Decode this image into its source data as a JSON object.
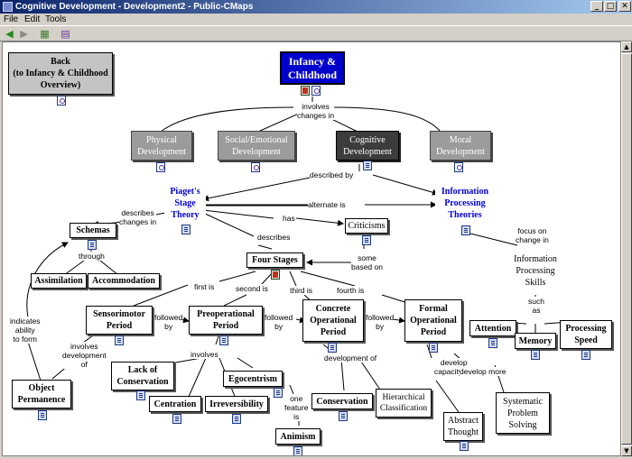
{
  "window": {
    "title": "Cognitive Development - Development2 - Public-CMaps",
    "minimize": "_",
    "maximize": "□",
    "close": "✕"
  },
  "menu": {
    "file": "File",
    "edit": "Edit",
    "tools": "Tools"
  },
  "toolbar": {
    "back": "◀",
    "forward": "▶",
    "tool1": "▦",
    "tool2": "▤"
  },
  "scrollbar": {
    "up": "▲",
    "down": "▼"
  },
  "icons": {
    "document": "document-icon",
    "concept_map": "concept-map-icon",
    "image": "image-icon"
  },
  "map": {
    "nodes": {
      "infancy": "Infancy &\nChildhood",
      "back": "Back\n(to Infancy & Childhood\nOverview)",
      "physical": "Physical\nDevelopment",
      "social": "Social/Emotional\nDevelopment",
      "cognitive": "Cognitive\nDevelopment",
      "moral": "Moral\nDevelopment",
      "piaget": "Piaget's\nStage\nTheory",
      "info_theories": "Information\nProcessing\nTheories",
      "schemas": "Schemas",
      "criticisms": "Criticisms",
      "four_stages": "Four Stages",
      "info_skills": "Information\nProcessing\nSkills",
      "assimilation": "Assimilation",
      "accommodation": "Accommodation",
      "sensorimotor": "Sensorimotor\nPeriod",
      "preoperational": "Preoperational\nPeriod",
      "concrete": "Concrete\nOperational\nPeriod",
      "formal": "Formal\nOperational\nPeriod",
      "attention": "Attention",
      "memory": "Memory",
      "processing_speed": "Processing\nSpeed",
      "lack_conservation": "Lack of\nConservation",
      "egocentrism": "Egocentrism",
      "centration": "Centration",
      "irreversibility": "Irreversibility",
      "animism": "Animism",
      "conservation": "Conservation",
      "hierarchical": "Hierarchical\nClassification",
      "object_permanence": "Object\nPermanence",
      "abstract_thought": "Abstract\nThought",
      "systematic": "Systematic\nProblem\nSolving"
    },
    "links": {
      "involves_changes_in": "involves\nchanges in",
      "described_by": "described by",
      "alternate_is": "alternate is",
      "describes_changes_in": "describes\nchanges in",
      "has": "has",
      "describes": "describes",
      "some_based_on": "some\nbased on",
      "focus_on_change_in": "focus on\nchange in",
      "through": "through",
      "first_is": "first is",
      "second_is": "second is",
      "third_is": "third is",
      "fourth_is": "fourth is",
      "such_as": "such\nas",
      "followed_by_1": "followed\nby",
      "followed_by_2": "followed\nby",
      "followed_by_3": "followed\nby",
      "indicates_ability": "indicates\nability\nto form",
      "involves_development_of": "involves\ndevelopment\nof",
      "involves": "involves",
      "development_of": "development of",
      "develop_capacity_for": "develop\ncapacity for",
      "develop_more": "develop more",
      "one_feature_is": "one\nfeature\nis"
    }
  }
}
